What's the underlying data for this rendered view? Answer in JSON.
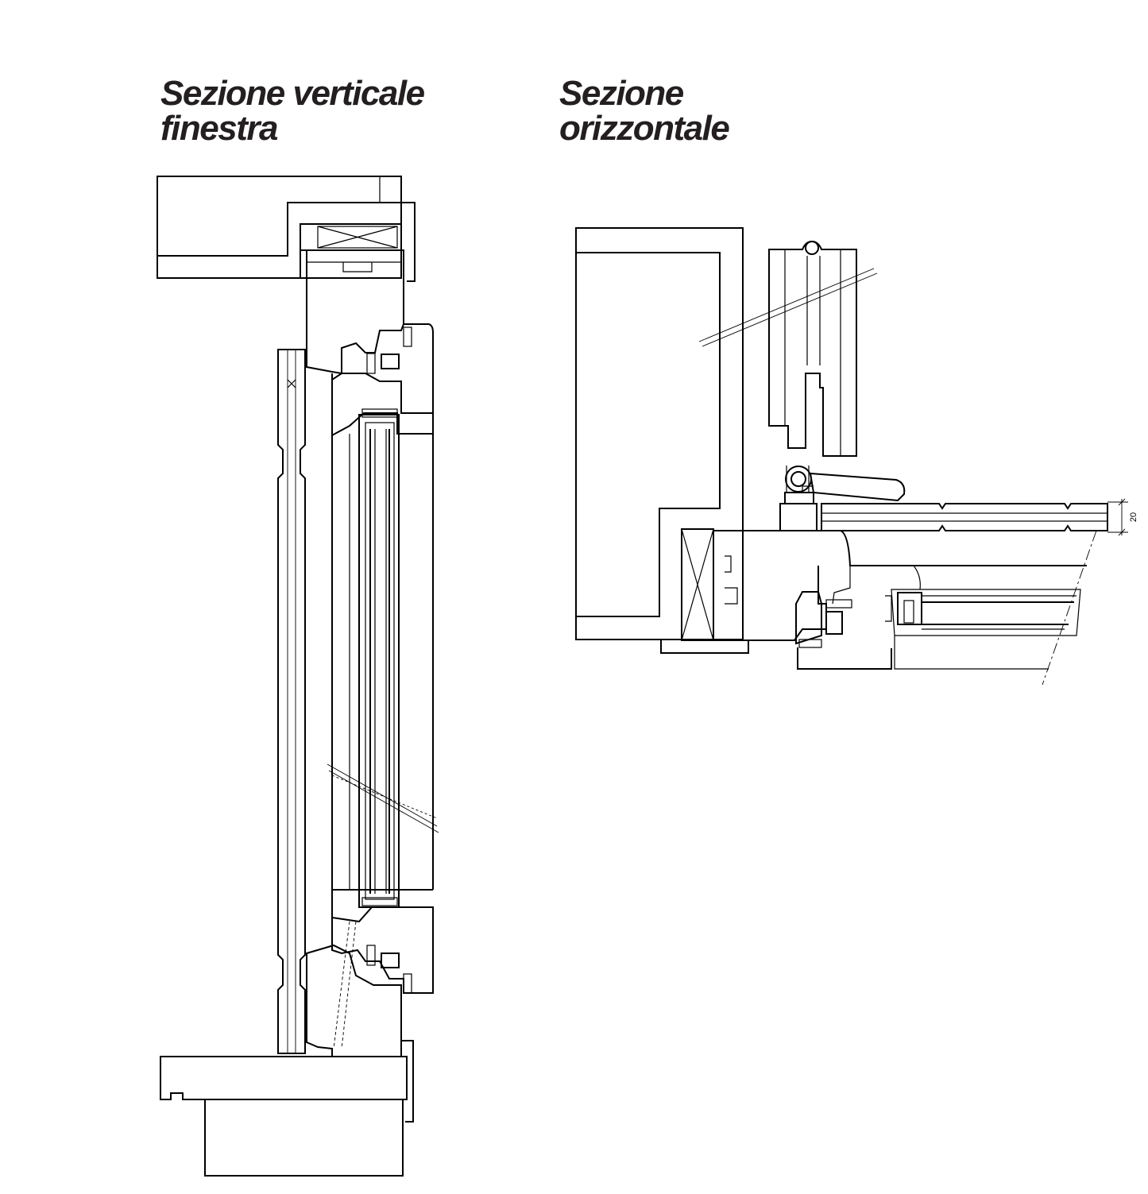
{
  "titles": {
    "vertical": [
      "Sezione verticale",
      "finestra"
    ],
    "horizontal": [
      "Sezione",
      "orizzontale"
    ]
  },
  "dimension": {
    "label": "20"
  },
  "colors": {
    "ink": "#000000",
    "title": "#231f20",
    "background": "#ffffff"
  }
}
